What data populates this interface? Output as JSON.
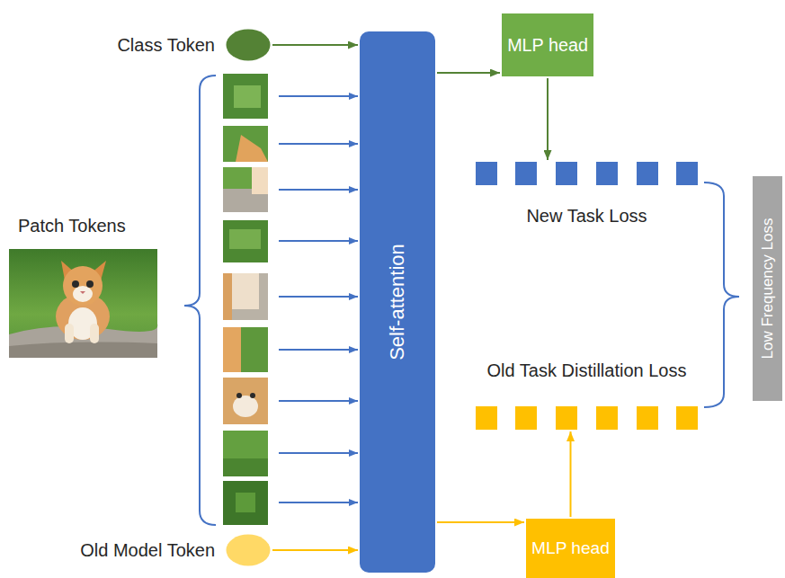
{
  "diagram": {
    "nodes": [
      {
        "text": [
          "Class Token"
        ]
      },
      {
        "text": [
          "Self-attention"
        ]
      },
      {
        "text": [
          "MLP head"
        ]
      },
      {
        "text": [
          "New Task Loss"
        ]
      },
      {
        "text": [
          "Old Task Distillation Loss"
        ]
      },
      {
        "text": [
          "Low Frequency Loss"
        ]
      },
      {
        "text": [
          "Old Model Token"
        ]
      },
      {
        "text": [
          "MLP head"
        ]
      }
    ],
    "edges": [
      {
        "from": 0,
        "to": 1,
        "arrow": "to"
      },
      {
        "from": 1,
        "to": 2,
        "arrow": "to"
      },
      {
        "from": 2,
        "to": 3,
        "arrow": "to"
      },
      {
        "from": 6,
        "to": 1,
        "arrow": "to"
      },
      {
        "from": 1,
        "to": 7,
        "arrow": "to"
      },
      {
        "from": 7,
        "to": 4,
        "arrow": "to"
      }
    ],
    "labels": [
      "Patch Tokens"
    ]
  }
}
